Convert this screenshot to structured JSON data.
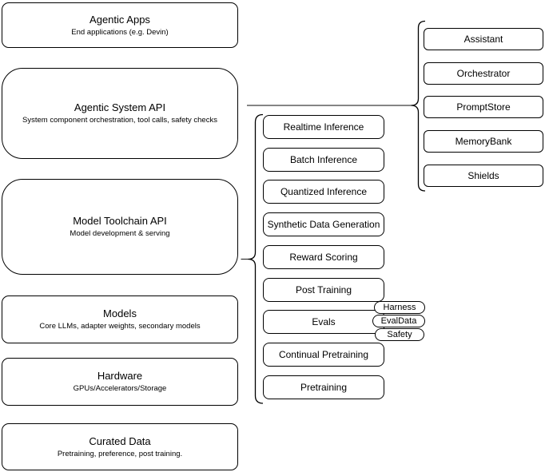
{
  "diagram": {
    "stack": [
      {
        "title": "Agentic Apps",
        "subtitle": "End applications (e.g. Devin)"
      },
      {
        "title": "Agentic System API",
        "subtitle": "System component orchestration, tool calls, safety checks"
      },
      {
        "title": "Model Toolchain API",
        "subtitle": "Model development & serving"
      },
      {
        "title": "Models",
        "subtitle": "Core LLMs, adapter weights, secondary models"
      },
      {
        "title": "Hardware",
        "subtitle": "GPUs/Accelerators/Storage"
      },
      {
        "title": "Curated Data",
        "subtitle": "Pretraining, preference, post training."
      }
    ],
    "toolchain": {
      "items": [
        {
          "label": "Realtime Inference"
        },
        {
          "label": "Batch Inference"
        },
        {
          "label": "Quantized Inference"
        },
        {
          "label": "Synthetic Data Generation"
        },
        {
          "label": "Reward Scoring"
        },
        {
          "label": "Post Training"
        },
        {
          "label": "Evals"
        },
        {
          "label": "Continual Pretraining"
        },
        {
          "label": "Pretraining"
        }
      ],
      "evals_tags": [
        {
          "label": "Harness"
        },
        {
          "label": "EvalData"
        },
        {
          "label": "Safety"
        }
      ]
    },
    "system_components": {
      "items": [
        {
          "label": "Assistant"
        },
        {
          "label": "Orchestrator"
        },
        {
          "label": "PromptStore"
        },
        {
          "label": "MemoryBank"
        },
        {
          "label": "Shields"
        }
      ]
    },
    "colors": {
      "stroke": "#000000",
      "fill": "#ffffff",
      "text": "#000000"
    }
  }
}
